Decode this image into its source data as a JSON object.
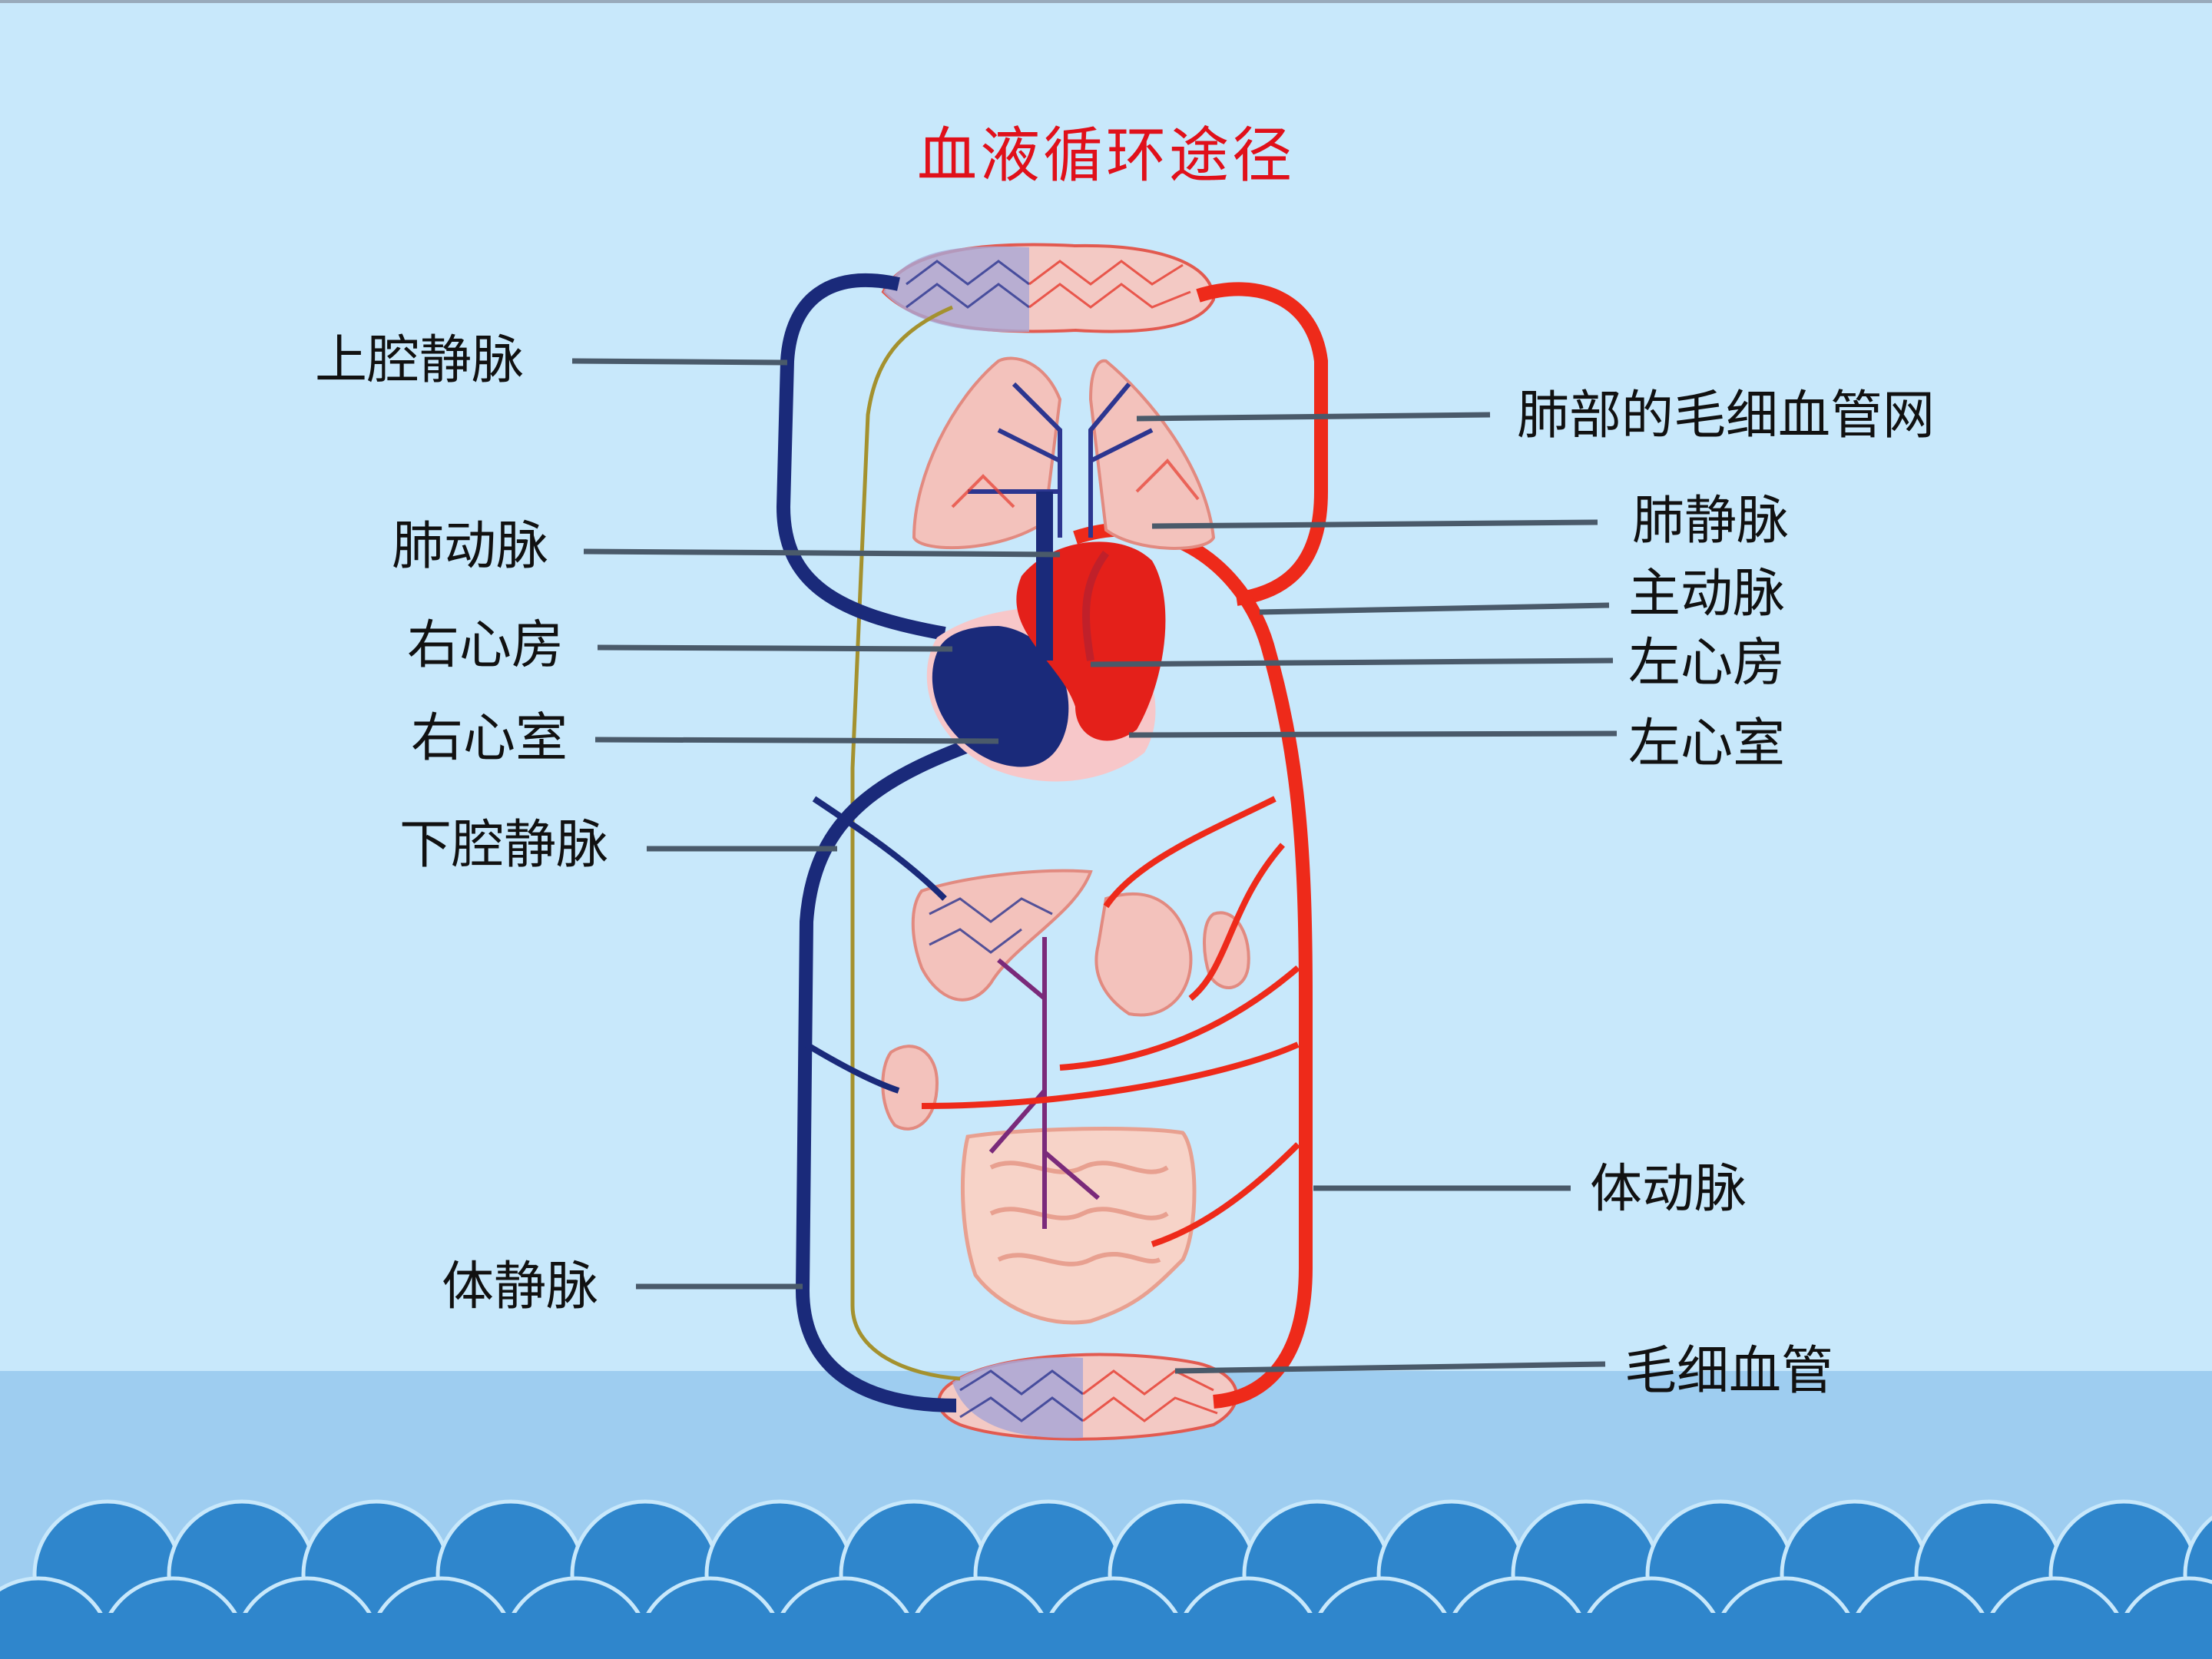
{
  "title": "血液循环途径",
  "labels": {
    "superior_vena_cava": "上腔静脉",
    "pulmonary_artery": "肺动脉",
    "right_atrium": "右心房",
    "right_ventricle": "右心室",
    "inferior_vena_cava": "下腔静脉",
    "systemic_vein": "体静脉",
    "lung_capillary_network": "肺部的毛细血管网",
    "pulmonary_vein": "肺静脉",
    "aorta": "主动脉",
    "left_atrium": "左心房",
    "left_ventricle": "左心室",
    "systemic_artery": "体动脉",
    "capillary": "毛细血管"
  },
  "colors": {
    "title": "#e0101a",
    "vein": "#1a2a7a",
    "artery": "#ee2a1a",
    "background": "#c8e8fb",
    "footer_band": "#9ecdf0",
    "wave": "#2f86cc"
  }
}
